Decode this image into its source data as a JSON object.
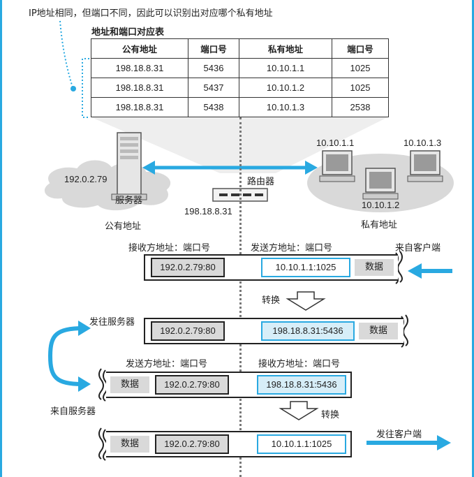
{
  "note": "IP地址相同，但端口不同，因此可以识别出对应哪个私有地址",
  "table": {
    "title": "地址和端口对应表",
    "headers": [
      "公有地址",
      "端口号",
      "私有地址",
      "端口号"
    ],
    "rows": [
      [
        "198.18.8.31",
        "5436",
        "10.10.1.1",
        "1025"
      ],
      [
        "198.18.8.31",
        "5437",
        "10.10.1.2",
        "1025"
      ],
      [
        "198.18.8.31",
        "5438",
        "10.10.1.3",
        "2538"
      ]
    ]
  },
  "network": {
    "server_ip": "192.0.2.79",
    "server_label": "服务器",
    "public_label": "公有地址",
    "router_label": "路由器",
    "router_ip": "198.18.8.31",
    "private_label": "私有地址",
    "client1_ip": "10.10.1.1",
    "client2_ip": "10.10.1.2",
    "client3_ip": "10.10.1.3"
  },
  "flow": {
    "recv_label": "接收方地址：端口号",
    "send_label": "发送方地址：端口号",
    "from_client": "来自客户端",
    "convert": "转换",
    "to_server": "发往服务器",
    "from_server": "来自服务器",
    "to_client": "发往客户端",
    "data": "数据",
    "p1_dst": "192.0.2.79:80",
    "p1_src": "10.10.1.1:1025",
    "p2_dst": "192.0.2.79:80",
    "p2_src": "198.18.8.31:5436",
    "p3_src": "192.0.2.79:80",
    "p3_dst": "198.18.8.31:5436",
    "p4_src": "192.0.2.79:80",
    "p4_dst": "10.10.1.1:1025"
  },
  "colors": {
    "accent": "#29a9e1",
    "gray": "#d9d9d9",
    "light_blue": "#d7eef8"
  }
}
